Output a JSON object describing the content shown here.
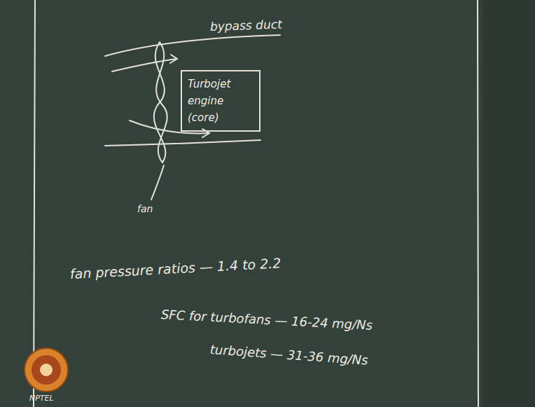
{
  "diagram": {
    "nodes": [
      {
        "text": [
          "Turbojet engine (core)"
        ]
      }
    ],
    "labels": [
      "bypass duct",
      "fan",
      "fan pressure ratios — 1.4 to 2.2",
      "SFC for turbofans — 16-24 mg/Ns",
      "turbojets — 31-36 mg/Ns",
      "NPTEL"
    ]
  }
}
